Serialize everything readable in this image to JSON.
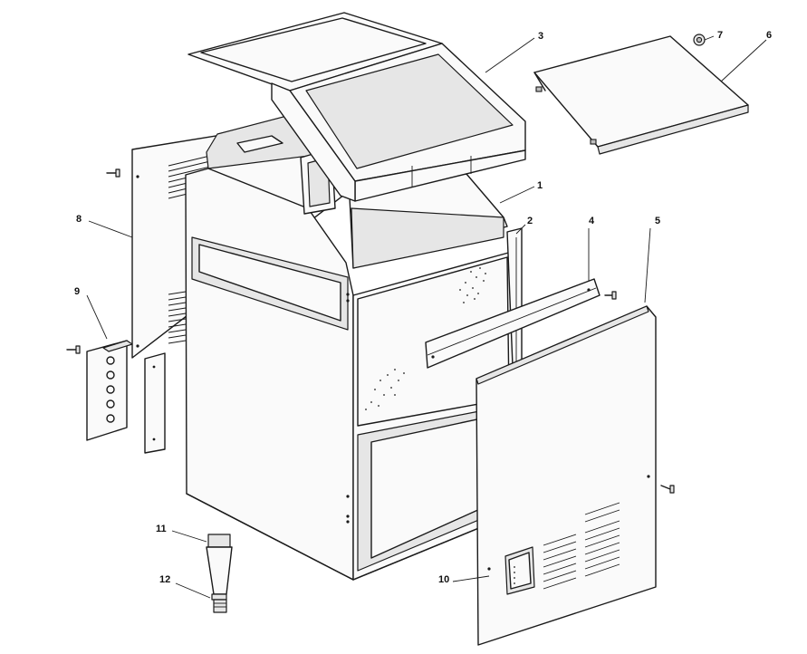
{
  "diagram": {
    "type": "exploded-parts-view",
    "callouts": [
      {
        "id": "c1",
        "label": "1"
      },
      {
        "id": "c2",
        "label": "2"
      },
      {
        "id": "c3",
        "label": "3"
      },
      {
        "id": "c4",
        "label": "4"
      },
      {
        "id": "c5",
        "label": "5"
      },
      {
        "id": "c6",
        "label": "6"
      },
      {
        "id": "c7",
        "label": "7"
      },
      {
        "id": "c8",
        "label": "8"
      },
      {
        "id": "c9",
        "label": "9"
      },
      {
        "id": "c10",
        "label": "10"
      },
      {
        "id": "c11",
        "label": "11"
      },
      {
        "id": "c12",
        "label": "12"
      }
    ],
    "colors": {
      "ink": "#1a1a1a",
      "paper": "#ffffff",
      "shade": "#e6e6e6"
    }
  }
}
